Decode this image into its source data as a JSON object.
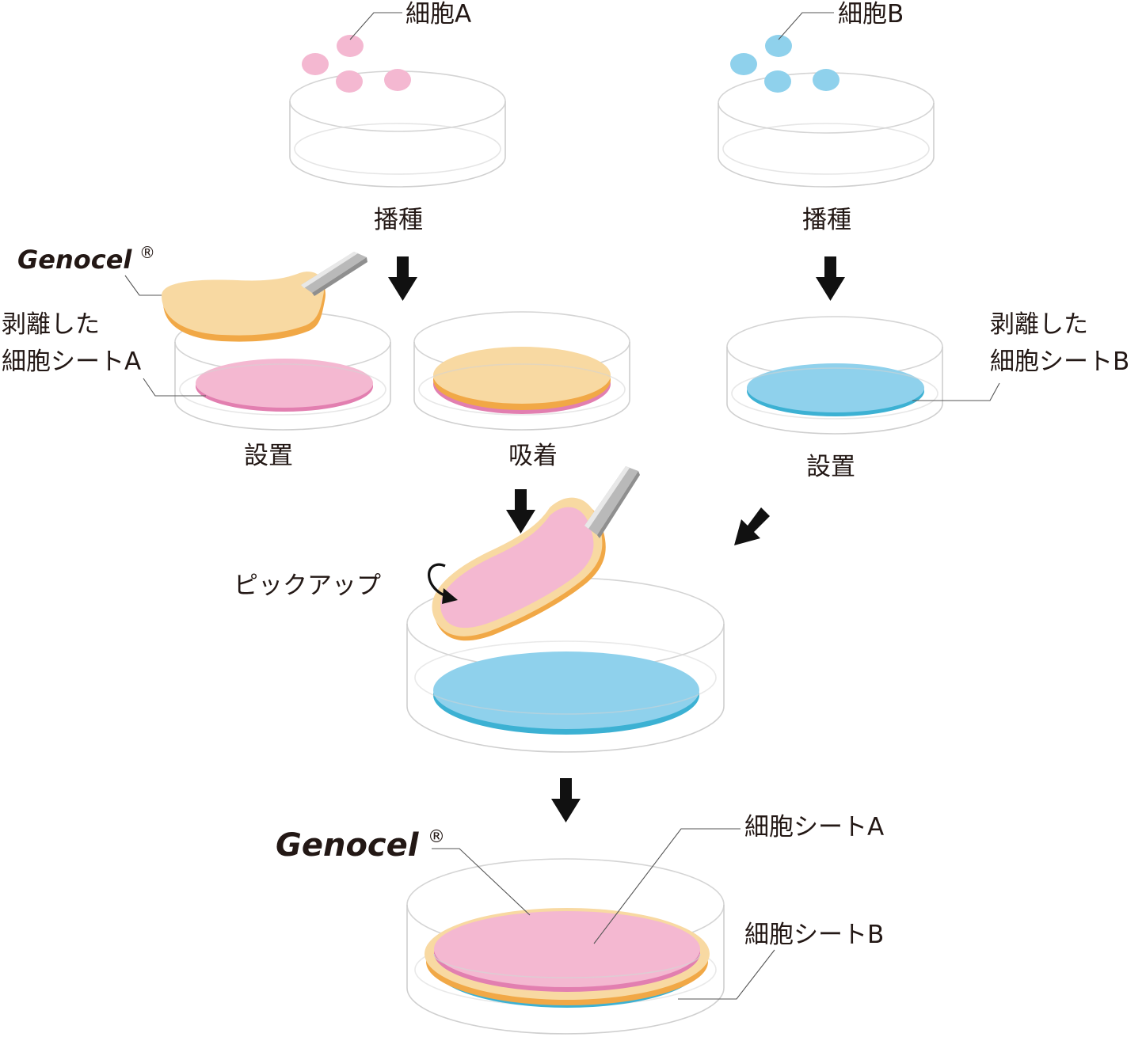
{
  "labels": {
    "cell_a": "細胞A",
    "cell_b": "細胞B",
    "seeding": "播種",
    "brand_name": "Genocel",
    "registered_mark": "®",
    "detached_sheet_a_line1": "剥離した",
    "detached_sheet_a_line2": "細胞シートA",
    "detached_sheet_b_line1": "剥離した",
    "detached_sheet_b_line2": "細胞シートB",
    "placement": "設置",
    "adsorption": "吸着",
    "pickup": "ピックアップ",
    "sheet_a": "細胞シートA",
    "sheet_b": "細胞シートB"
  },
  "colors": {
    "cell_a_pink": "#f4b8d1",
    "cell_b_blue": "#8fd1ec",
    "genocel_peach": "#f8d9a2",
    "genocel_edge_orange": "#f1a846",
    "pink_edge": "#e27fb0",
    "blue_edge": "#3cb1d3",
    "dish_outline": "#d4d4d4",
    "arrow_black": "#111111",
    "tweezer_gray": "#b9b9b9"
  }
}
